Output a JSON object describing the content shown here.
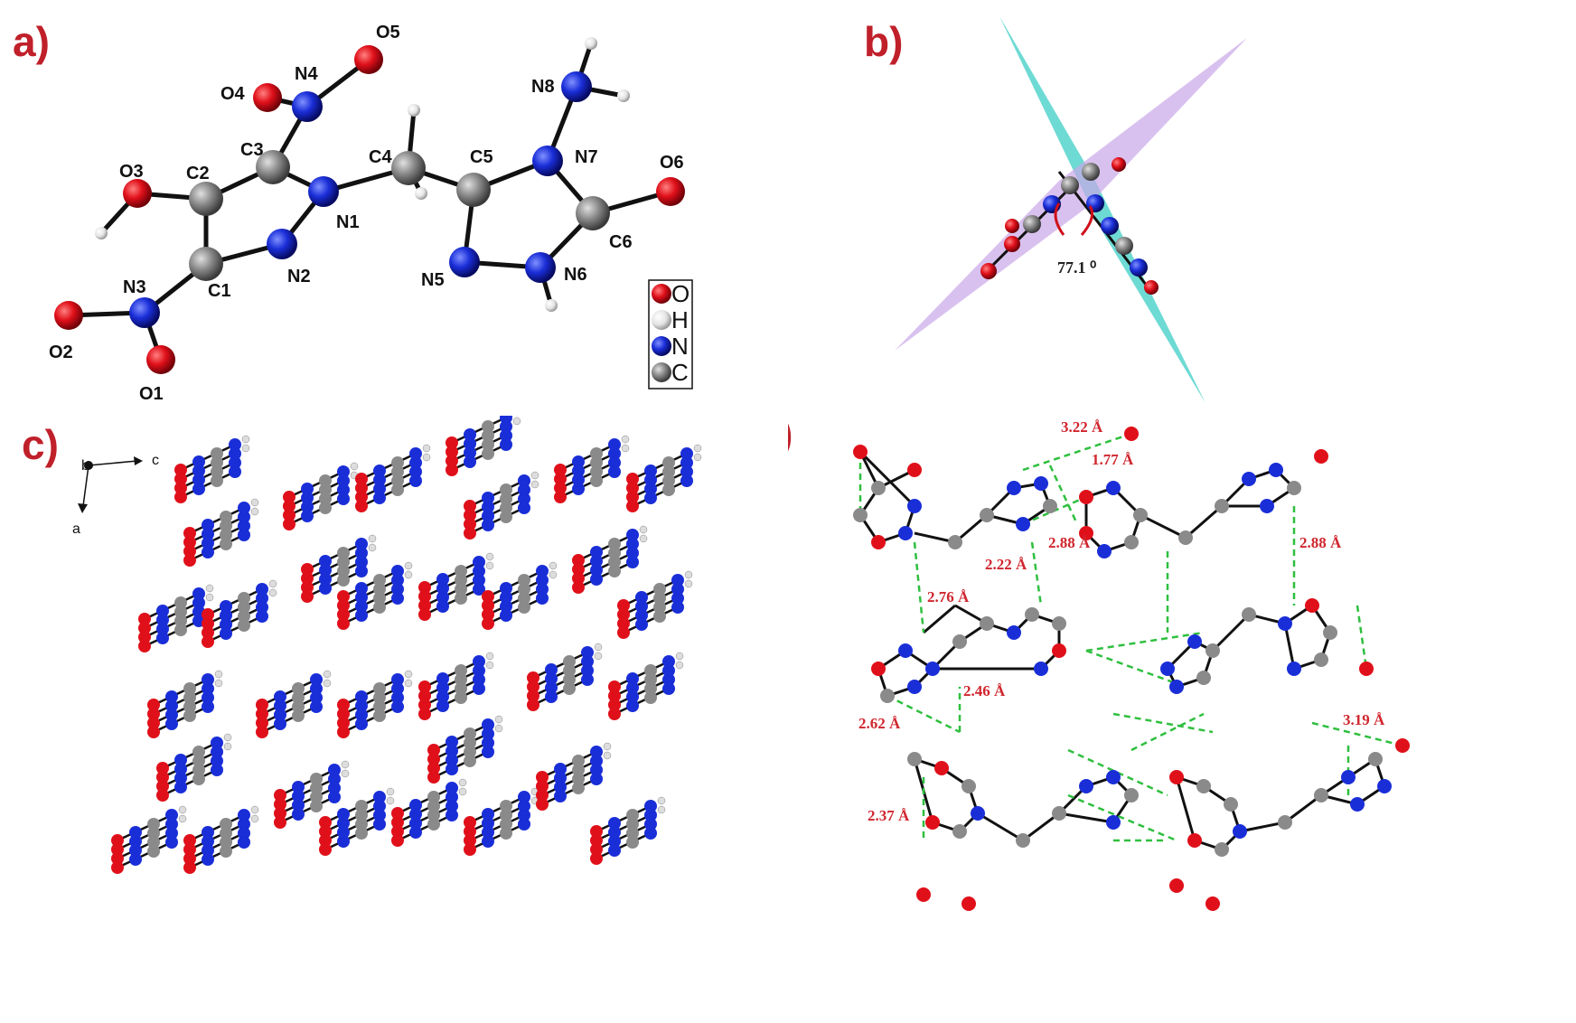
{
  "panels": {
    "a": "a)",
    "b": "b)",
    "c": "c)",
    "d": "d)"
  },
  "colors": {
    "label_red": "#c0202a",
    "oxygen": "#e0101a",
    "nitrogen": "#1a2ed8",
    "carbon": "#8a8a8a",
    "hydrogen": "#e8e8e8",
    "plane_teal": "#55d4cc",
    "plane_violet": "#c9a6e8",
    "hbond": "#2fbf3f"
  },
  "atom_labels": {
    "O1": "O1",
    "O2": "O2",
    "O3": "O3",
    "O4": "O4",
    "O5": "O5",
    "O6": "O6",
    "N1": "N1",
    "N2": "N2",
    "N3": "N3",
    "N4": "N4",
    "N5": "N5",
    "N6": "N6",
    "N7": "N7",
    "N8": "N8",
    "C1": "C1",
    "C2": "C2",
    "C3": "C3",
    "C4": "C4",
    "C5": "C5",
    "C6": "C6"
  },
  "legend": {
    "oxygen": "O",
    "hydrogen": "H",
    "nitrogen": "N",
    "carbon": "C"
  },
  "dihedral_angle": "77.1 ⁰",
  "axes": {
    "b": "b",
    "c": "c",
    "a": "a"
  },
  "distances": {
    "d1": "3.22 Å",
    "d2": "1.77 Å",
    "d3": "2.88 Å",
    "d4": "2.22 Å",
    "d5": "2.88 Å",
    "d6": "2.76 Å",
    "d7": "2.46 Å",
    "d8": "2.62 Å",
    "d9": "3.19 Å",
    "d10": "2.37 Å"
  }
}
